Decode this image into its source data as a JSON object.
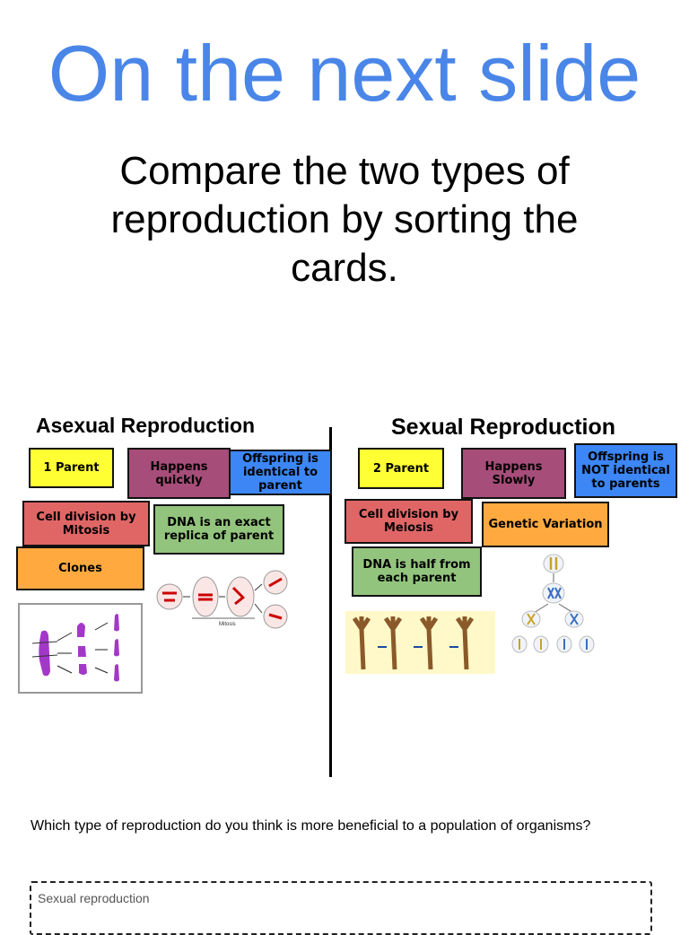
{
  "title": "On the next slide",
  "subtitle": "Compare the two types of reproduction by sorting the cards.",
  "asexual": {
    "heading": "Asexual Reproduction",
    "cards": {
      "one_parent": "1 Parent",
      "happens_quickly": "Happens quickly",
      "offspring_identical": "Offspring is identical to parent",
      "mitosis": "Cell division by Mitosis",
      "dna_replica": "DNA is an exact replica of parent",
      "clones": "Clones"
    },
    "images": {
      "mitosis_label": "Mitosis"
    }
  },
  "sexual": {
    "heading": "Sexual Reproduction",
    "cards": {
      "two_parent": "2 Parent",
      "happens_slowly": "Happens Slowly",
      "offspring_not_identical": "Offspring is NOT identical to parents",
      "meiosis": "Cell division by Meiosis",
      "genetic_variation": "Genetic Variation",
      "dna_half": "DNA is half from each parent"
    }
  },
  "colors": {
    "title": "#4a86e8",
    "yellow_card": "#ffff33",
    "maroon_card": "#a64d79",
    "blue_card": "#3c86f5",
    "red_card": "#e06666",
    "green_card": "#93c47d",
    "orange_card": "#ffa93e"
  },
  "question": "Which type of reproduction do you think is more beneficial to a population of organisms?",
  "answer": "Sexual reproduction"
}
